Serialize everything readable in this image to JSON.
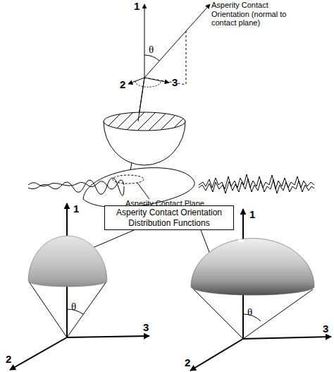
{
  "diagram": {
    "nodes": [
      {
        "text": [
          "Asperity Contact Orientation Distribution Functions"
        ]
      }
    ],
    "labels": [
      "1",
      "2",
      "3",
      "θ",
      "Asperity Contact Orientation (normal to contact plane)",
      "Asperity Contact Plane",
      "1",
      "θ",
      "3",
      "2",
      "1",
      "θ",
      "3",
      "2"
    ]
  }
}
